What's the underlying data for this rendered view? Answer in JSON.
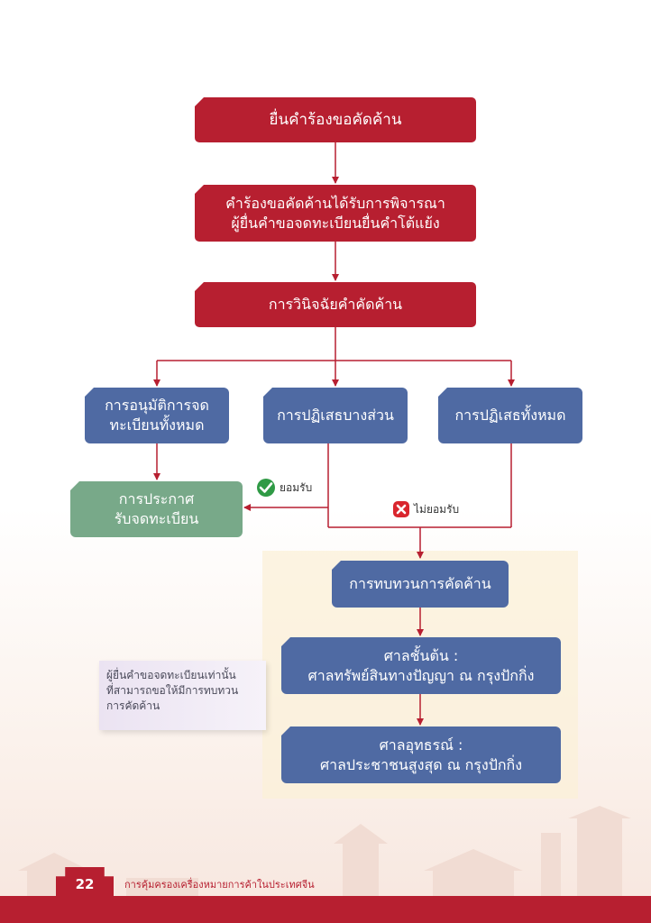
{
  "flow": {
    "file_opposition": "ยื่นคำร้องขอคัดค้าน",
    "review_line1": "คำร้องขอคัดค้านได้รับการพิจารณา",
    "review_line2": "ผู้ยื่นคำขอจดทะเบียนยื่นคำโต้แย้ง",
    "decision": "การวินิจฉัยคำคัดค้าน",
    "approve_line1": "การอนุมัติการจด",
    "approve_line2": "ทะเบียนทั้งหมด",
    "partial_reject": "การปฏิเสธบางส่วน",
    "full_reject": "การปฏิเสธทั้งหมด",
    "announce_line1": "การประกาศ",
    "announce_line2": "รับจดทะเบียน",
    "accept_label": "ยอมรับ",
    "not_accept_label": "ไม่ยอมรับ",
    "reexamination": "การทบทวนการคัดค้าน",
    "first_court_line1": "ศาลชั้นต้น :",
    "first_court_line2": "ศาลทรัพย์สินทางปัญญา ณ กรุงปักกิ่ง",
    "appeal_court_line1": "ศาลอุทธรณ์ :",
    "appeal_court_line2": "ศาลประชาชนสูงสุด ณ กรุงปักกิ่ง"
  },
  "note": {
    "line1": "ผู้ยื่นคำขอจดทะเบียนเท่านั้น",
    "line2": "ที่สามารถขอให้มีการทบทวน",
    "line3": "การคัดค้าน"
  },
  "footer": {
    "page_number": "22",
    "title": "การคุ้มครองเครื่องหมายการค้าในประเทศจีน"
  },
  "colors": {
    "red": "#b71f30",
    "blue": "#4f6aa3",
    "green": "#78a989"
  }
}
